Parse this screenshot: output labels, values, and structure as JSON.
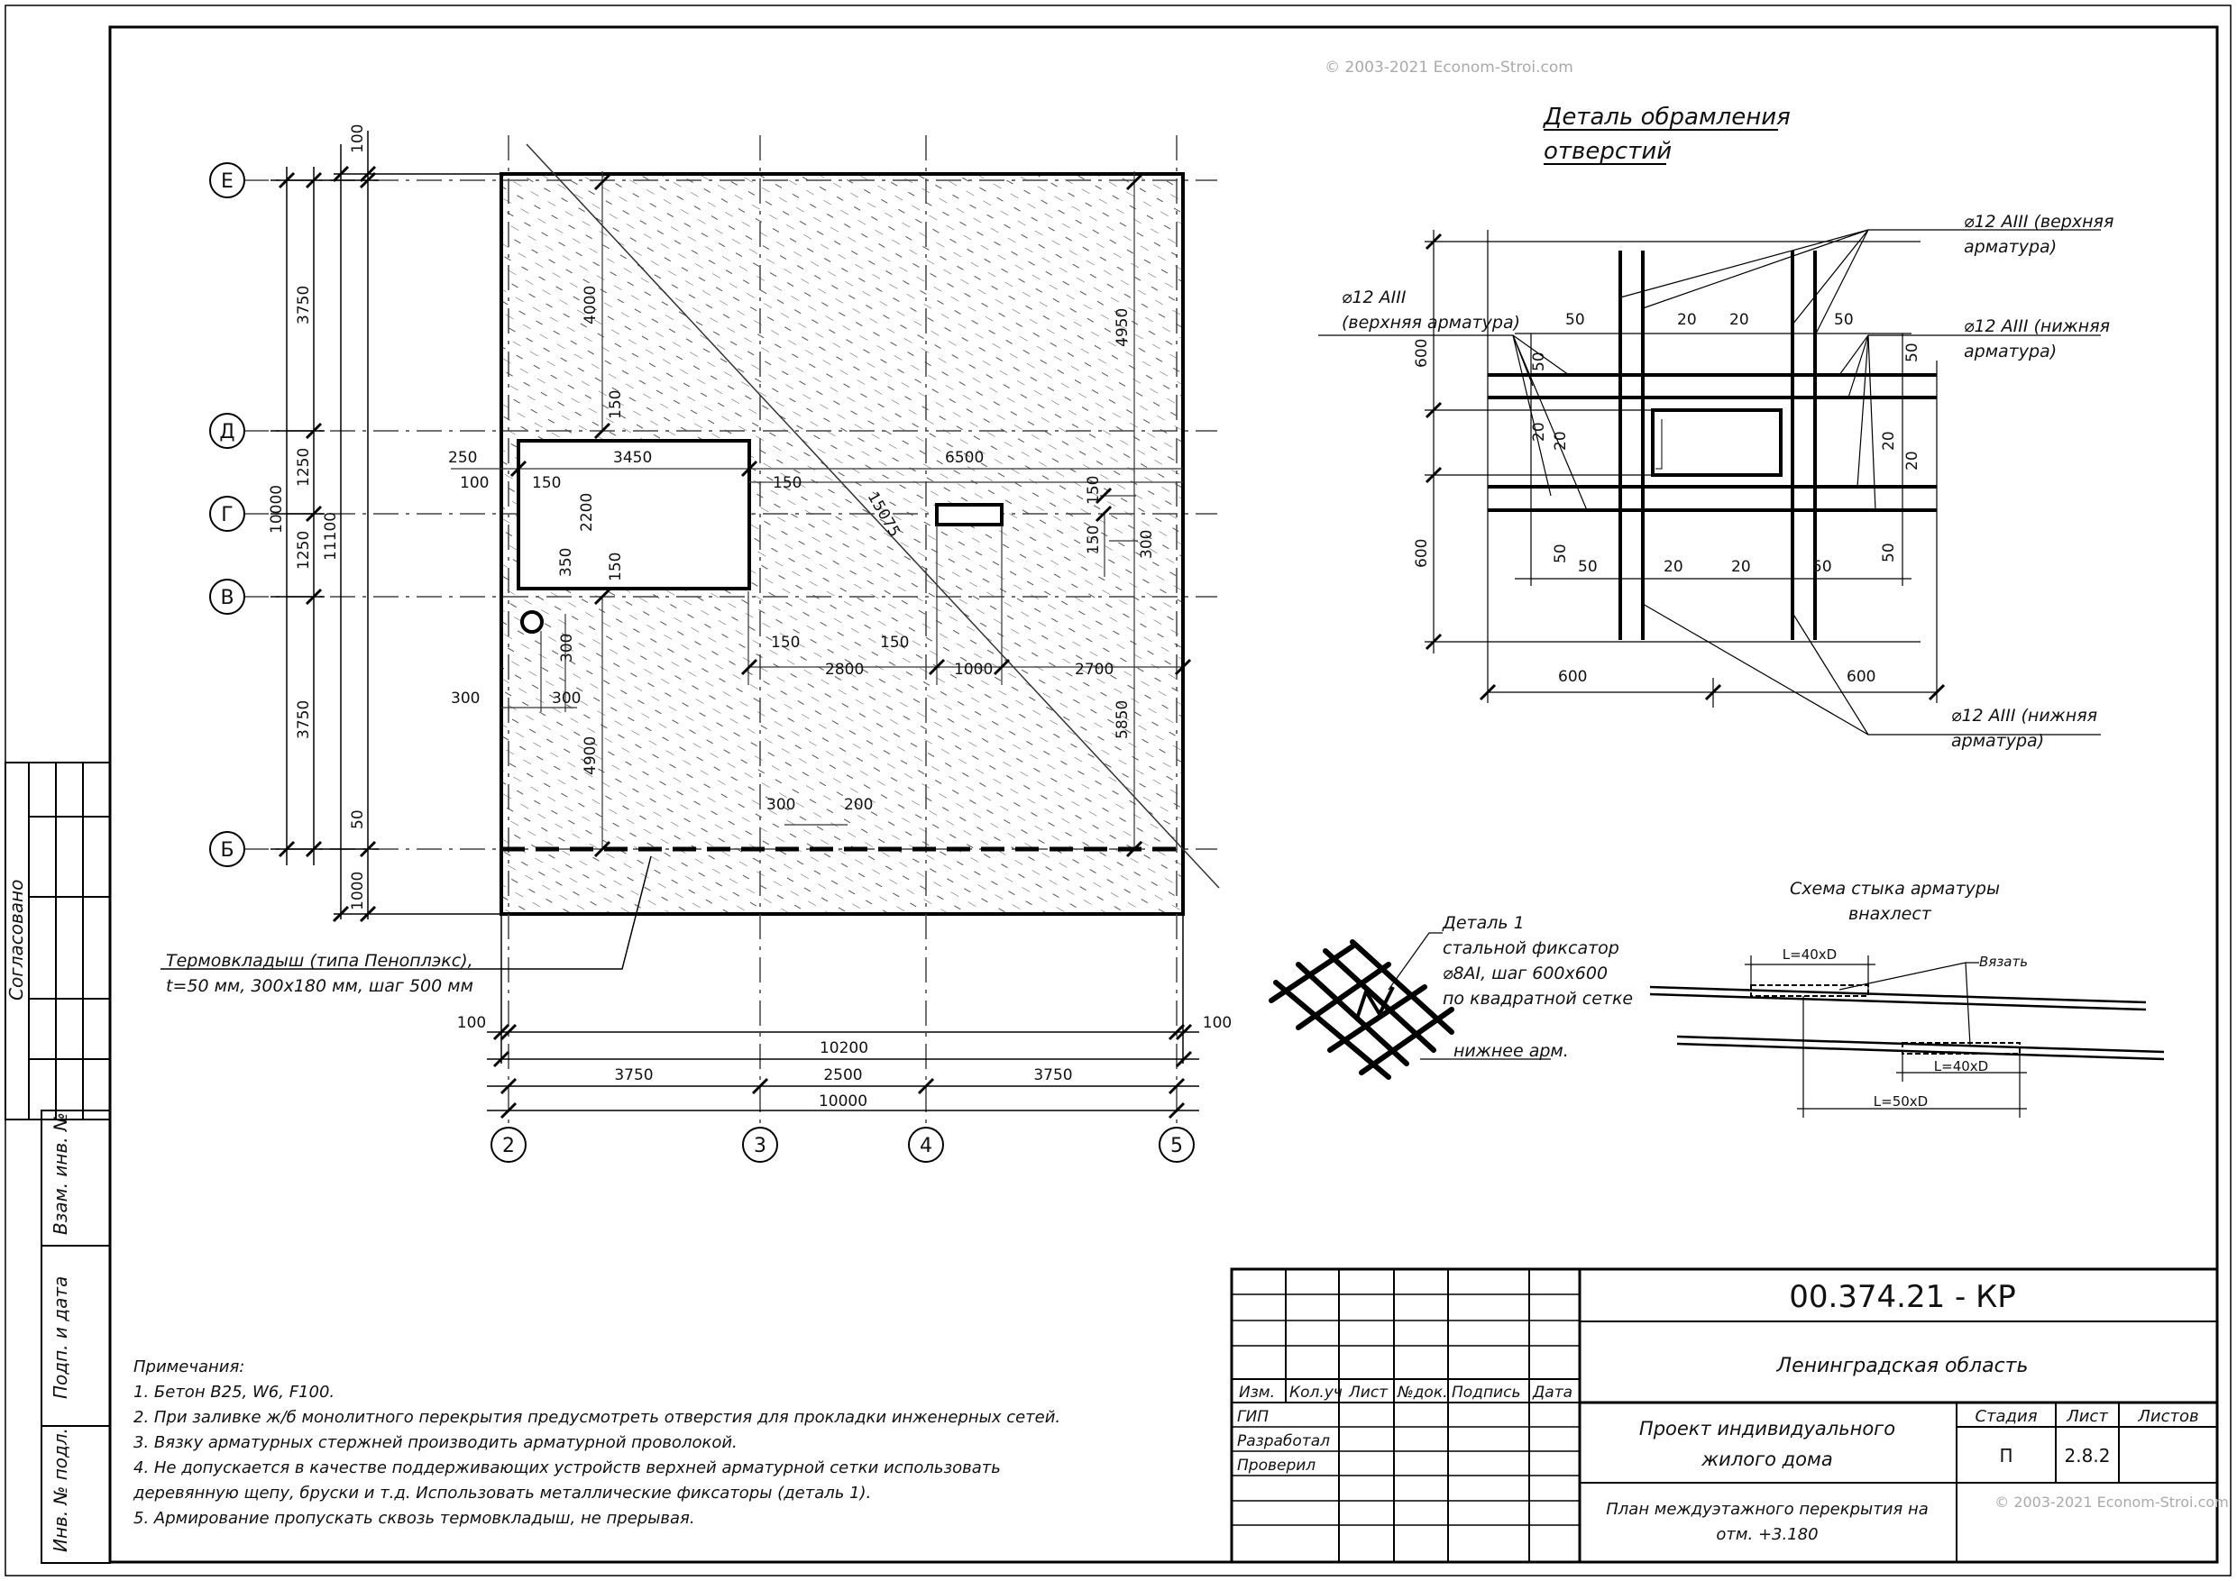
{
  "watermark": "© 2003-2021 Econom-Stroi.com",
  "watermark_stamp": "© 2003-2021 Econom-Stroi.com",
  "axes": {
    "rows": [
      "Е",
      "Д",
      "Г",
      "В",
      "Б"
    ],
    "cols": [
      "2",
      "3",
      "4",
      "5"
    ]
  },
  "left_dims": {
    "d100": "100",
    "d3750a": "3750",
    "d1250a": "1250",
    "d1250b": "1250",
    "d3750b": "3750",
    "d50": "50",
    "d1000": "1000",
    "d10000": "10000",
    "d11100": "11100"
  },
  "bottom_dims": {
    "l100": "100",
    "r100": "100",
    "total10200": "10200",
    "s3750a": "3750",
    "s2500": "2500",
    "s3750b": "3750",
    "total10000": "10000"
  },
  "plan_dims": {
    "d4000": "4000",
    "d4950": "4950",
    "d150a": "150",
    "d3450": "3450",
    "d6500": "6500",
    "d250": "250",
    "d100": "100",
    "d150b": "150",
    "d2200": "2200",
    "d150c": "150",
    "diag15075": "15075",
    "d150d": "150",
    "d150e": "150",
    "d300a": "300",
    "d350": "350",
    "d150f": "150",
    "d300b": "300",
    "d300c": "300",
    "d300d": "300",
    "d150g": "150",
    "d150h": "150",
    "d2800": "2800",
    "d1000": "1000",
    "d2700": "2700",
    "d4900": "4900",
    "d5850": "5850",
    "d300e": "300",
    "d200": "200"
  },
  "thermo_note": {
    "line1": "Термовкладыш (типа Пеноплэкс),",
    "line2": "t=50 мм, 300х180 мм, шаг 500 мм"
  },
  "detail_openings": {
    "title_line1": "Деталь обрамления",
    "title_line2": "отверстий",
    "top_right_1": "⌀12 АIII (верхняя",
    "top_right_2": "арматура)",
    "left_1": "⌀12 АIII",
    "left_2": "(верхняя арматура)",
    "mid_right_1": "⌀12 АIII (нижняя",
    "mid_right_2": "арматура)",
    "bot_right_1": "⌀12 АIII (нижняя",
    "bot_right_2": "арматура)",
    "dims": {
      "top50a": "50",
      "top20a": "20",
      "top20b": "20",
      "top50b": "50",
      "bot50a": "50",
      "bot20a": "20",
      "bot20b": "20",
      "bot50b": "50",
      "v600a": "600",
      "v600b": "600",
      "h600a": "600",
      "h600b": "600",
      "l50": "50",
      "l20a": "20",
      "l20b": "20",
      "l50b": "50",
      "r50": "50",
      "r20a": "20",
      "r20b": "20",
      "r50b": "50"
    }
  },
  "detail1": {
    "line1": "Деталь 1",
    "line2": "стальной фиксатор",
    "line3": "⌀8АI, шаг 600х600",
    "line4": "по квадратной сетке",
    "lower": "нижнее арм."
  },
  "lap_scheme": {
    "title1": "Схема стыка арматуры",
    "title2": "внахлест",
    "l1": "L=40xD",
    "tie": "Вязать",
    "l2": "L=40xD",
    "l3": "L=50xD"
  },
  "notes": {
    "title": "Примечания:",
    "items": [
      "1. Бетон В25, W6, F100.",
      "2. При заливке ж/б монолитного перекрытия предусмотреть отверстия для прокладки инженерных сетей.",
      "3. Вязку арматурных стержней производить арматурной проволокой.",
      "4. Не допускается в качестве поддерживающих устройств верхней арматурной сетки использовать",
      "деревянную щепу, бруски и т.д. Использовать металлические фиксаторы (деталь 1).",
      "5. Армирование пропускать сквозь термовкладыш, не прерывая."
    ]
  },
  "side_stamp": {
    "agreed": "Согласовано",
    "inv_replace": "Взам. инв. №",
    "sign_date": "Подп. и дата",
    "inv_orig": "Инв. № подл."
  },
  "title_block": {
    "code": "00.374.21 - КР",
    "region": "Ленинградская область",
    "project_1": "Проект индивидуального",
    "project_2": "жилого дома",
    "sheet_title_1": "План междуэтажного перекрытия на",
    "sheet_title_2": "отм. +3.180",
    "hdr_stage": "Стадия",
    "hdr_sheet": "Лист",
    "hdr_sheets": "Листов",
    "stage": "П",
    "sheet": "2.8.2",
    "sheets": "",
    "cols": [
      "Изм.",
      "Кол.уч",
      "Лист",
      "№док.",
      "Подпись",
      "Дата"
    ],
    "roles": [
      "ГИП",
      "Разработал",
      "Проверил"
    ]
  }
}
